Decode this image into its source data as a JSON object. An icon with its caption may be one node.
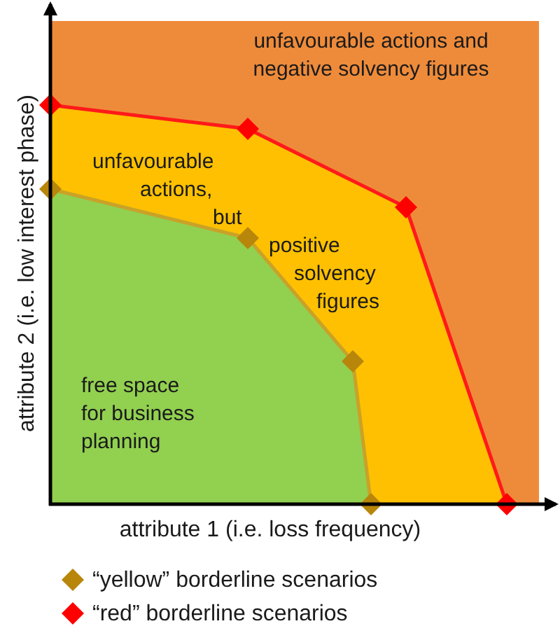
{
  "diagram": {
    "nodes": [
      {
        "text": [
          "unfavourable actions and negative solvency figures"
        ]
      },
      {
        "text": [
          "unfavourable actions, but positive solvency figures"
        ],
        "in": 0
      },
      {
        "text": [
          "free space for business planning"
        ],
        "in": 0
      }
    ],
    "labels": [
      "attribute 2 (i.e. low interest phase)",
      "attribute 1 (i.e. loss frequency)"
    ],
    "legend": [
      {
        "text": "“yellow” borderline scenarios"
      },
      {
        "text": "“red” borderline scenarios"
      }
    ]
  }
}
